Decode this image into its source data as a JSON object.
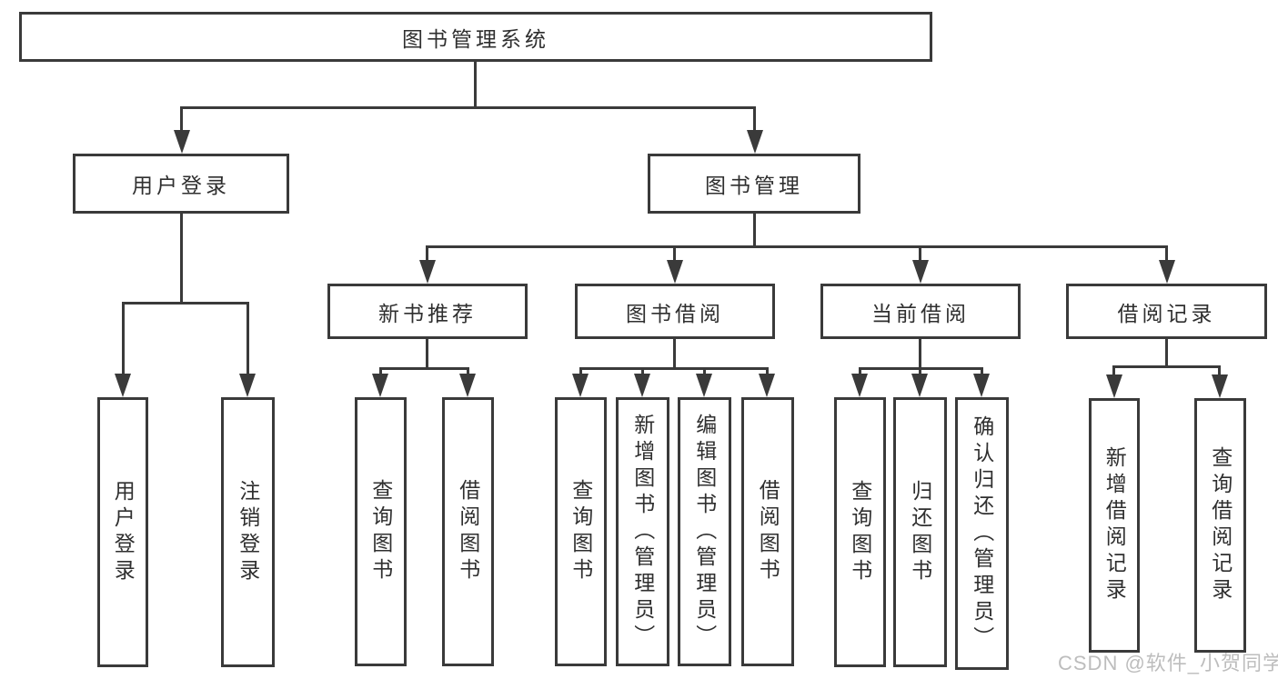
{
  "colors": {
    "line": "#3a3a3a",
    "text": "#2f2f2f",
    "background": "#ffffff",
    "watermark": "#bdbdbd"
  },
  "tree": {
    "root": {
      "label": "图书管理系统"
    },
    "branches": [
      {
        "label": "用户登录",
        "children": [
          {
            "label": "用户登录"
          },
          {
            "label": "注销登录"
          }
        ]
      },
      {
        "label": "图书管理",
        "groups": [
          {
            "label": "新书推荐",
            "children": [
              {
                "label": "查询图书"
              },
              {
                "label": "借阅图书"
              }
            ]
          },
          {
            "label": "图书借阅",
            "children": [
              {
                "label": "查询图书"
              },
              {
                "label": "新增图书（管理员）"
              },
              {
                "label": "编辑图书（管理员）"
              },
              {
                "label": "借阅图书"
              }
            ]
          },
          {
            "label": "当前借阅",
            "children": [
              {
                "label": "查询图书"
              },
              {
                "label": "归还图书"
              },
              {
                "label": "确认归还（管理员）"
              }
            ]
          },
          {
            "label": "借阅记录",
            "children": [
              {
                "label": "新增借阅记录"
              },
              {
                "label": "查询借阅记录"
              }
            ]
          }
        ]
      }
    ]
  },
  "watermark": {
    "label": "CSDN @软件_小贺同学"
  }
}
